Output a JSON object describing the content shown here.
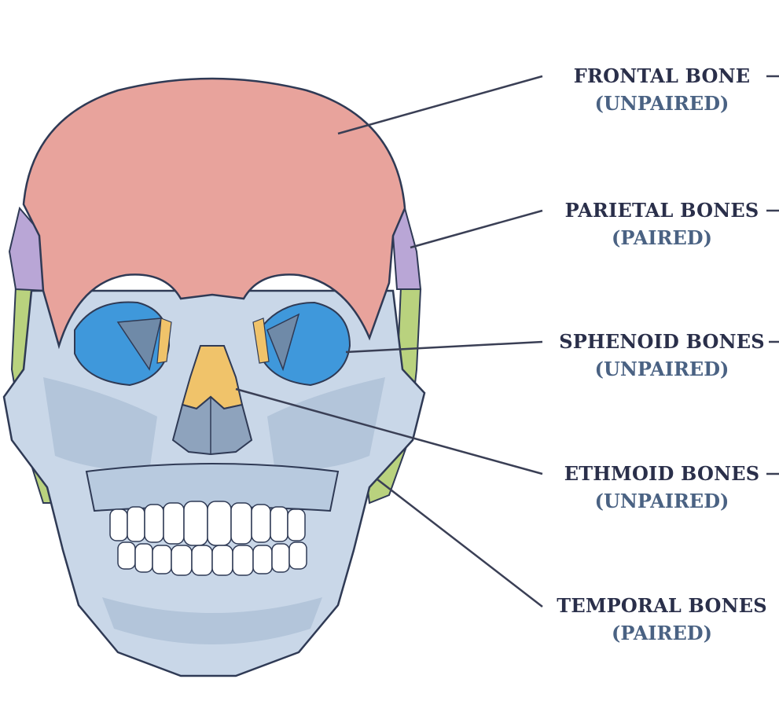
{
  "labels": [
    {
      "id": "frontal",
      "name": "FRONTAL BONE",
      "kind": "(UNPAIRED)"
    },
    {
      "id": "parietal",
      "name": "PARIETAL BONES",
      "kind": "(PAIRED)"
    },
    {
      "id": "sphenoid",
      "name": "SPHENOID BONES",
      "kind": "(UNPAIRED)"
    },
    {
      "id": "ethmoid",
      "name": "ETHMOID BONES",
      "kind": "(UNPAIRED)"
    },
    {
      "id": "temporal",
      "name": "TEMPORAL BONES",
      "kind": "(PAIRED)"
    }
  ],
  "colors": {
    "frontal": "#e8a39c",
    "parietal": "#b9a6d6",
    "sphenoid": "#3f98db",
    "ethmoid": "#f0c36a",
    "temporal": "#b9d27e",
    "bone": "#c9d7e8",
    "bone_shadow": "#9fb4cc",
    "outline": "#2f3a55",
    "leader": "#3a3f55"
  }
}
